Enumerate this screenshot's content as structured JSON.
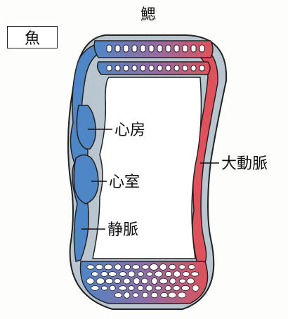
{
  "title": "魚",
  "labels": {
    "gills": "鰓",
    "atrium": "心房",
    "ventricle": "心室",
    "vein": "静脈",
    "aorta": "大動脈"
  },
  "colors": {
    "venous_blood": "#4f86c6",
    "arterial_blood": "#e0525b",
    "vessel_wall": "#b9c5cf",
    "outline": "#222222"
  }
}
